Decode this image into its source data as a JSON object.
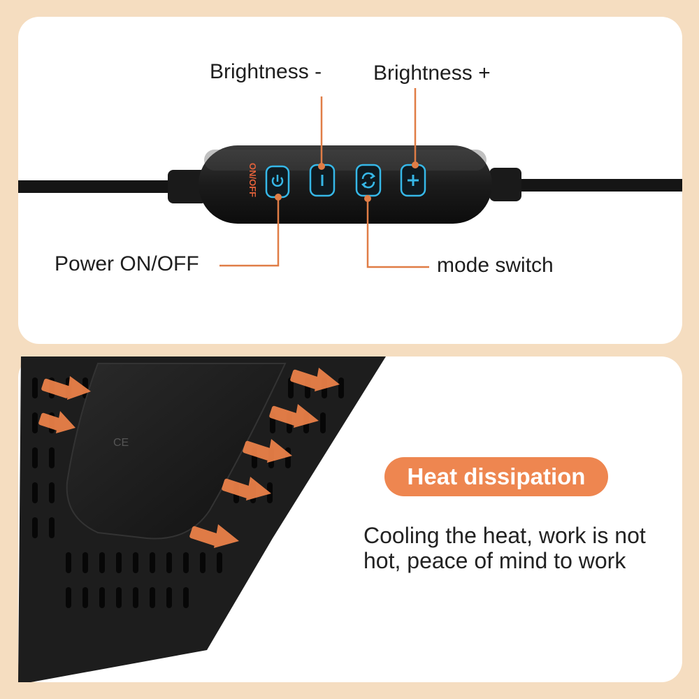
{
  "controller": {
    "brightness_down_label": "Brightness -",
    "brightness_up_label": "Brightness +",
    "power_label": "Power ON/OFF",
    "mode_label": "mode switch",
    "onoff_print": "ON/OFF",
    "accent_color": "#e07d46",
    "button_glow_color": "#36b8e8"
  },
  "heat": {
    "badge": "Heat dissipation",
    "description": "Cooling the heat, work is not hot, peace of mind to work",
    "accent_color": "#ee8650"
  },
  "icons": [
    "power-icon",
    "minus-icon",
    "refresh-icon",
    "plus-icon",
    "arrow-icon"
  ]
}
